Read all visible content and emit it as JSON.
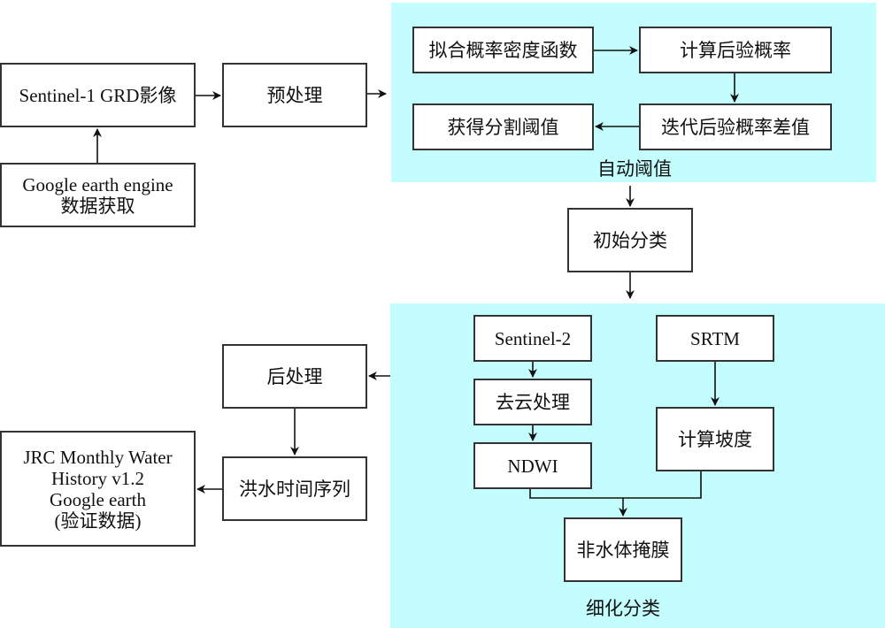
{
  "colors": {
    "panel": "#c4fdfd",
    "stroke": "#333333",
    "box_fill": "#ffffff"
  },
  "left": {
    "sentinel1": "Sentinel-1 GRD影像",
    "gee": "Google earth engine\n数据获取",
    "preprocess": "预处理",
    "postprocess": "后处理",
    "flood_series": "洪水时间序列",
    "validation": "JRC Monthly Water\nHistory v1.2\nGoogle earth\n(验证数据)"
  },
  "auto_threshold": {
    "label": "自动阈值",
    "fit_pdf": "拟合概率密度函数",
    "posterior": "计算后验概率",
    "iterate": "迭代后验概率差值",
    "threshold": "获得分割阈值"
  },
  "initial_classification": "初始分类",
  "refine": {
    "label": "细化分类",
    "sentinel2": "Sentinel-2",
    "cloud_removal": "去云处理",
    "ndwi": "NDWI",
    "srtm": "SRTM",
    "slope": "计算坡度",
    "mask": "非水体掩膜"
  }
}
